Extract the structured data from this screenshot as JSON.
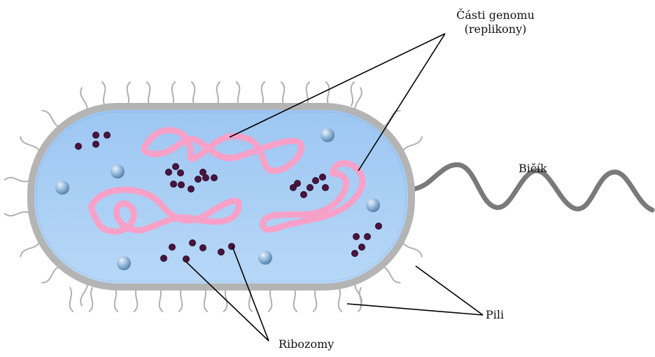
{
  "labels": {
    "genome_line1": "Části genomu",
    "genome_line2": "(replikony)",
    "flagellum": "Bičík",
    "pili": "Pili",
    "ribosomes": "Ribozomy"
  },
  "colors": {
    "cell_wall": "#b4b4b4",
    "cytoplasm": "#a8cdf5",
    "dna": "#f7a1c9",
    "ribosome": "#4a1440",
    "flagellum": "#7a7a7a",
    "pili": "#b0b0b0",
    "leader_line": "#000000"
  }
}
